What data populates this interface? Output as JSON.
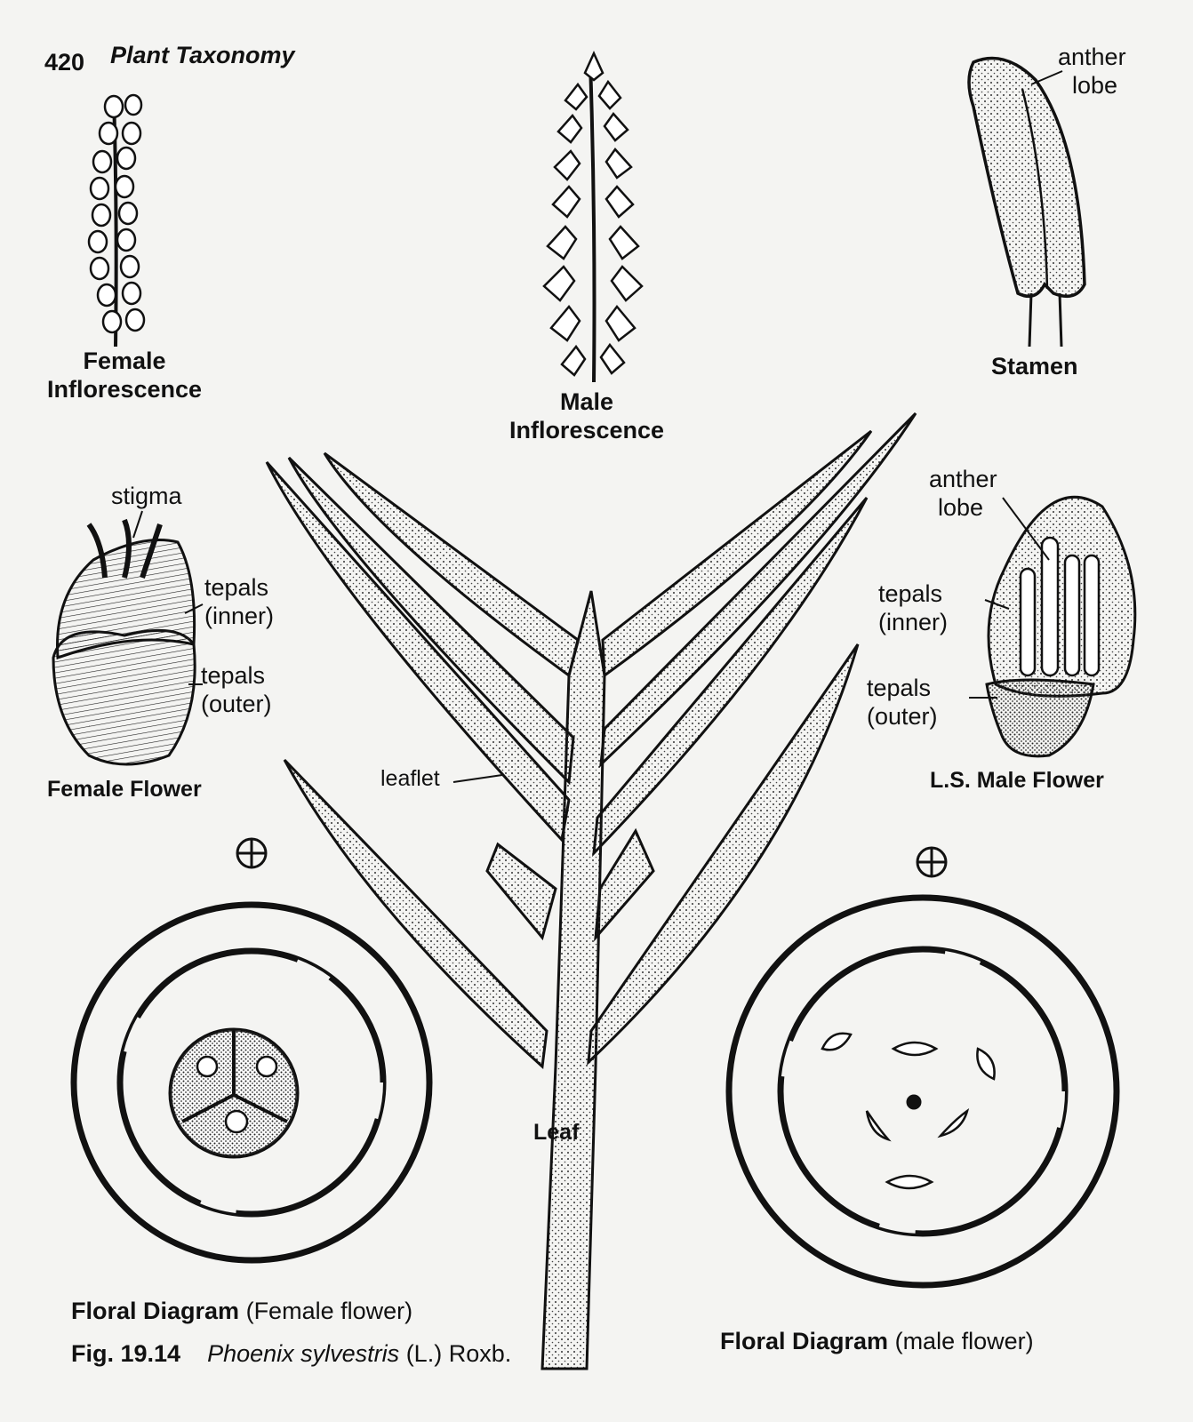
{
  "header": {
    "page_number": "420",
    "book_title": "Plant Taxonomy"
  },
  "labels": {
    "female_inflorescence": [
      "Female",
      "Inflorescence"
    ],
    "male_inflorescence": [
      "Male",
      "Inflorescence"
    ],
    "stamen": "Stamen",
    "stamen_anther_lobe": [
      "anther",
      "lobe"
    ],
    "female_flower_stigma": "stigma",
    "female_tepals_inner": [
      "tepals",
      "(inner)"
    ],
    "female_tepals_outer": [
      "tepals",
      "(outer)"
    ],
    "female_flower": "Female Flower",
    "leaflet": "leaflet",
    "leaf": "Leaf",
    "male_anther_lobe": [
      "anther",
      "lobe"
    ],
    "male_tepals_inner": [
      "tepals",
      "(inner)"
    ],
    "male_tepals_outer": [
      "tepals",
      "(outer)"
    ],
    "ls_male_flower": "L.S. Male Flower",
    "floral_diagram_female": {
      "main": "Floral Diagram",
      "sub": "(Female flower)"
    },
    "floral_diagram_male": {
      "main": "Floral Diagram",
      "sub": "(male flower)"
    },
    "actinomorphic_symbol": "⊕"
  },
  "figure_caption": {
    "number": "Fig. 19.14",
    "species": "Phoenix sylvestris",
    "authority": "(L.) Roxb."
  }
}
